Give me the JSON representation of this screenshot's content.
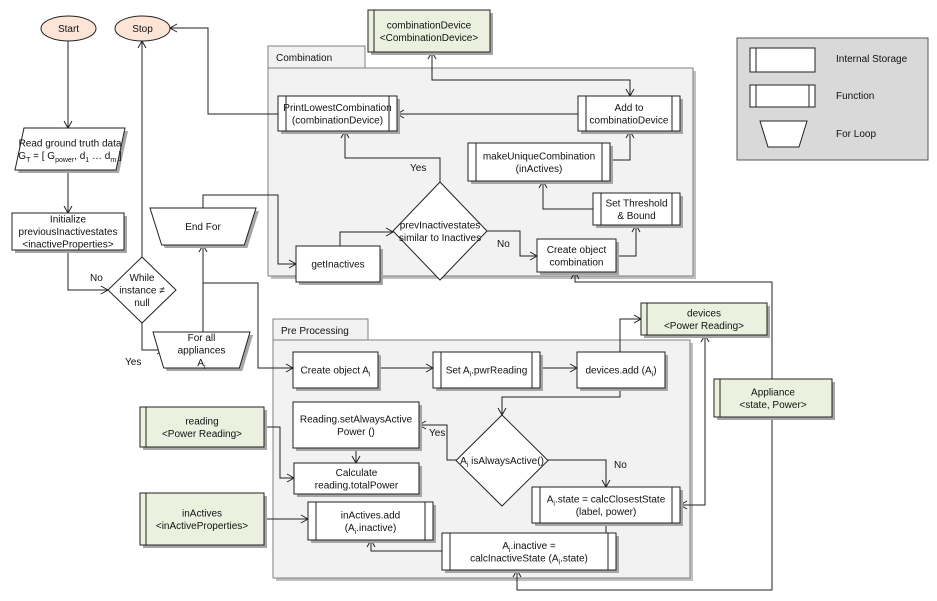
{
  "colors": {
    "terminal_fill": "#fce4d6",
    "storage_fill": "#ebf1de",
    "box_fill": "#ffffff",
    "group_fill": "#f2f2f2",
    "legend_fill": "#d9d9d9",
    "stroke": "#222222",
    "shadow": "#a6a6a6"
  },
  "groups": {
    "combination": "Combination",
    "preprocessing": "Pre Processing"
  },
  "legend": {
    "internal_storage": "Internal Storage",
    "function": "Function",
    "for_loop": "For Loop"
  },
  "nodes": [
    {
      "id": "start",
      "shape": "terminal",
      "lines": [
        "Start"
      ]
    },
    {
      "id": "stop",
      "shape": "terminal",
      "lines": [
        "Stop"
      ]
    },
    {
      "id": "read",
      "shape": "parallelogram",
      "lines": [
        "Read ground truth data",
        [
          "G",
          {
            "sub": "T"
          },
          " = [ G",
          {
            "sub": "power"
          },
          ", d",
          {
            "sub": "1"
          },
          " … d",
          {
            "sub": "m"
          },
          " ]"
        ]
      ]
    },
    {
      "id": "init",
      "shape": "process",
      "lines": [
        "Initialize",
        "previousInactivestates",
        "<inactiveProperties>"
      ]
    },
    {
      "id": "while",
      "shape": "decision",
      "lines": [
        "While",
        "instance ≠",
        "null"
      ]
    },
    {
      "id": "forall",
      "shape": "loop",
      "lines": [
        "For all",
        "appliances",
        [
          "A",
          {
            "sub": "i"
          }
        ]
      ]
    },
    {
      "id": "endfor",
      "shape": "loop",
      "lines": [
        "End For"
      ]
    },
    {
      "id": "combinationDevice",
      "shape": "storage",
      "lines": [
        "combinationDevice",
        "<CombinationDevice>"
      ]
    },
    {
      "id": "print",
      "shape": "function",
      "lines": [
        "PrintLowestCombination",
        "(combinationDevice)"
      ]
    },
    {
      "id": "addto",
      "shape": "function",
      "lines": [
        "Add to",
        "combinatioDevice"
      ]
    },
    {
      "id": "makeunique",
      "shape": "function",
      "lines": [
        "makeUniqueCombination",
        "(inActives)"
      ]
    },
    {
      "id": "threshold",
      "shape": "function",
      "lines": [
        "Set Threshold",
        "& Bound"
      ]
    },
    {
      "id": "createcomb",
      "shape": "process",
      "lines": [
        "Create object",
        "combination"
      ]
    },
    {
      "id": "prevdiamond",
      "shape": "decision",
      "lines": [
        "prevInactivestates",
        "similar to Inactives"
      ]
    },
    {
      "id": "getinactives",
      "shape": "process",
      "lines": [
        "getInactives"
      ]
    },
    {
      "id": "createA",
      "shape": "process",
      "lines": [
        [
          "Create object A",
          {
            "sub": "i"
          }
        ]
      ]
    },
    {
      "id": "setpwr",
      "shape": "function",
      "lines": [
        [
          "Set A",
          {
            "sub": "i"
          },
          ".pwrReading"
        ]
      ]
    },
    {
      "id": "devadd",
      "shape": "process",
      "lines": [
        [
          "devices.add (A",
          {
            "sub": "i"
          },
          ")"
        ]
      ]
    },
    {
      "id": "devices",
      "shape": "storage",
      "lines": [
        "devices",
        "<Power Reading>"
      ]
    },
    {
      "id": "appliance",
      "shape": "storage",
      "lines": [
        "Appliance",
        "<state, Power>"
      ]
    },
    {
      "id": "setalways",
      "shape": "process",
      "lines": [
        "Reading.setAlwaysActive",
        "Power ()"
      ]
    },
    {
      "id": "calc",
      "shape": "process",
      "lines": [
        "Calculate",
        "reading.totalPower"
      ]
    },
    {
      "id": "alwaysdiamond",
      "shape": "decision",
      "lines": [
        [
          "A",
          {
            "sub": "i"
          },
          " isAlwaysActive()"
        ]
      ]
    },
    {
      "id": "closest",
      "shape": "function",
      "lines": [
        [
          "A",
          {
            "sub": "i"
          },
          ".state = calcClosestState"
        ],
        "(label, power)"
      ]
    },
    {
      "id": "inadd",
      "shape": "function",
      "lines": [
        "inActives.add",
        [
          "(A",
          {
            "sub": "i"
          },
          ".inactive)"
        ]
      ]
    },
    {
      "id": "inactive",
      "shape": "function",
      "lines": [
        [
          "A",
          {
            "sub": "i"
          },
          ".inactive ="
        ],
        [
          "calcInactiveState (A",
          {
            "sub": "i"
          },
          ".state)"
        ]
      ]
    },
    {
      "id": "reading",
      "shape": "storage",
      "lines": [
        "reading",
        "<Power Reading>"
      ]
    },
    {
      "id": "inActives",
      "shape": "storage",
      "lines": [
        "inActives",
        "<inActiveProperties>"
      ]
    }
  ],
  "edge_labels": {
    "while_no": "No",
    "while_yes": "Yes",
    "prev_yes": "Yes",
    "prev_no": "No",
    "always_yes": "Yes",
    "always_no": "No"
  }
}
